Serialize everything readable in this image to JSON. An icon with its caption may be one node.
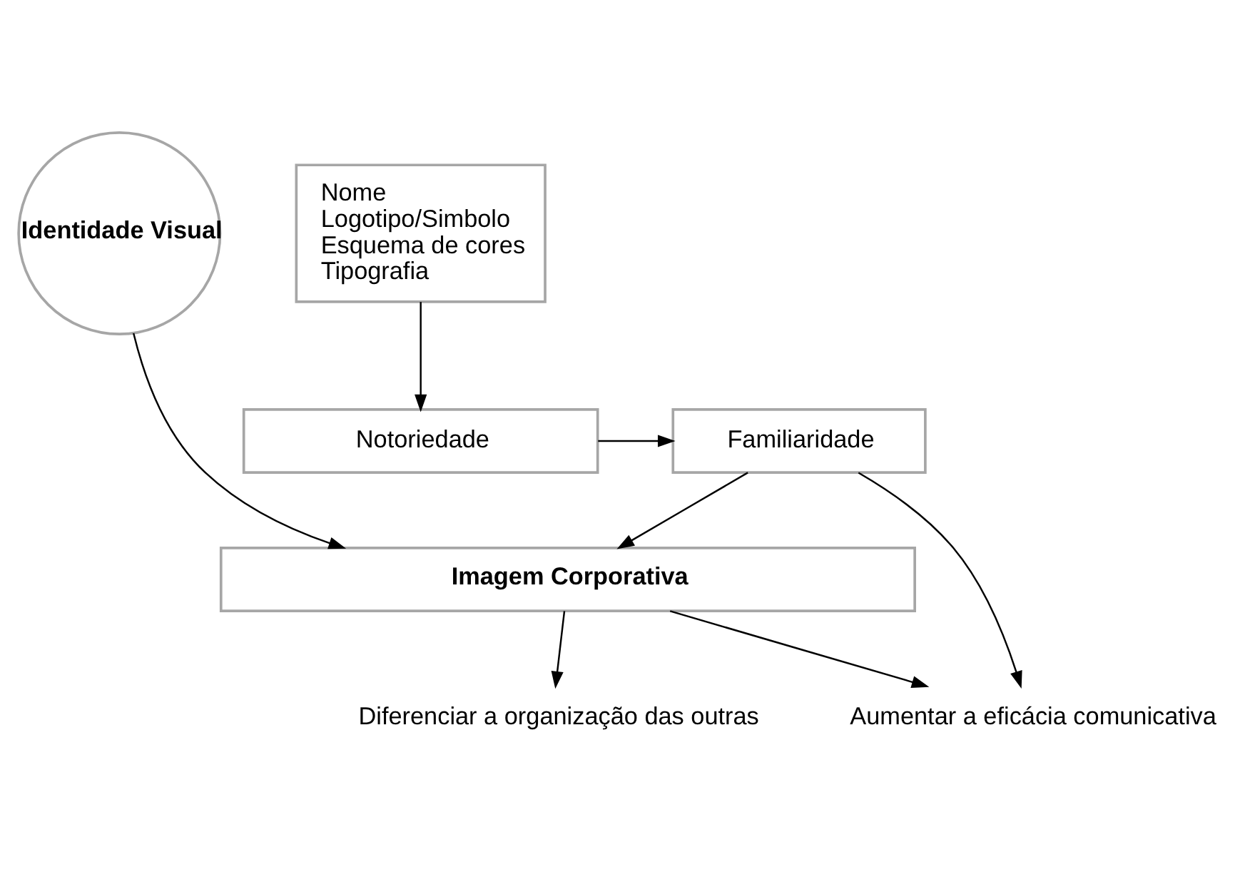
{
  "diagram": {
    "nodes": [
      {
        "text": [
          "Identidade Visual"
        ]
      },
      {
        "text": [
          "Nome",
          "Logotipo/Simbolo",
          "Esquema de cores",
          "Tipografia"
        ]
      },
      {
        "text": [
          "Notoriedade"
        ]
      },
      {
        "text": [
          "Familiaridade"
        ]
      },
      {
        "text": [
          "Imagem Corporativa"
        ]
      },
      {
        "text": [
          "Diferenciar a organização das outras"
        ]
      },
      {
        "text": [
          "Aumentar a eficácia comunicativa"
        ]
      }
    ],
    "edges": [
      {
        "from": 0,
        "to": 4,
        "arrow": "to"
      },
      {
        "from": 1,
        "to": 2,
        "arrow": "to"
      },
      {
        "from": 2,
        "to": 3,
        "arrow": "to"
      },
      {
        "from": 3,
        "to": 4,
        "arrow": "to"
      },
      {
        "from": 3,
        "to": 6,
        "arrow": "to"
      },
      {
        "from": 4,
        "to": 5,
        "arrow": "to"
      },
      {
        "from": 4,
        "to": 6,
        "arrow": "to"
      }
    ]
  }
}
